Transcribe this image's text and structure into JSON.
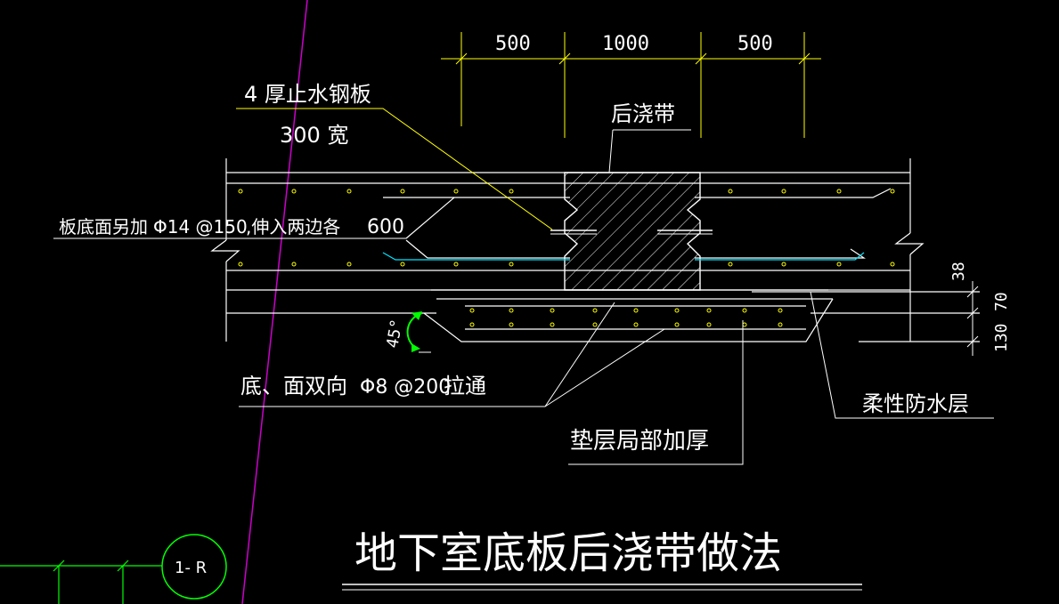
{
  "colors": {
    "background": "#000000",
    "line": "#ffffff",
    "dimension": "#ffff00",
    "rebar_dot": "#ffff00",
    "cyan": "#00e5ff",
    "axis": "#cc00cc",
    "grid_bubble": "#00ff00"
  },
  "dimensions": {
    "top_left": "500",
    "top_mid": "1000",
    "top_right": "500",
    "right_38": "38",
    "right_70": "70",
    "right_130": "130",
    "angle": "45°"
  },
  "labels": {
    "steel_plate_line1": "4 厚止水钢板",
    "steel_plate_line2": "300 宽",
    "post_pour_strip": "后浇带",
    "extra_rebar_a": "板底面另加",
    "extra_rebar_b": "Φ14 @150",
    "extra_rebar_c": ",伸入两边各",
    "extra_rebar_d": "600",
    "two_way_a": "底、面双向",
    "two_way_b": "Φ8 @200",
    "two_way_c": "拉通",
    "flex_waterproof": "柔性防水层",
    "cushion_thicken": "垫层局部加厚",
    "main_title": "地下室底板后浇带做法",
    "grid_bubble": "1- R"
  }
}
